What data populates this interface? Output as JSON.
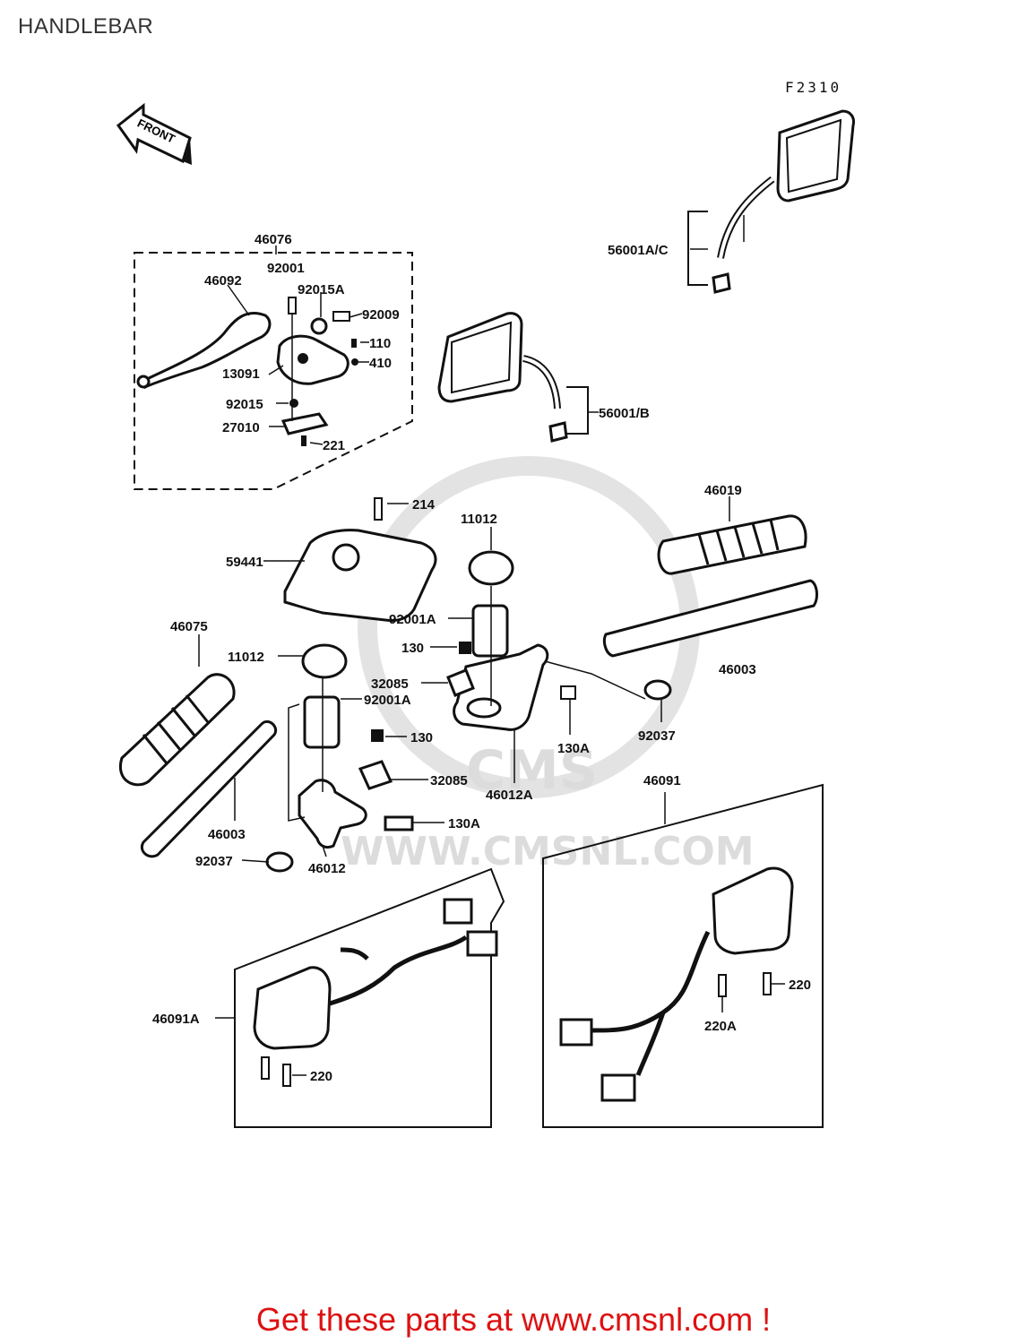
{
  "title": "HANDLEBAR",
  "figure_code": "F2310",
  "front_label": "FRONT",
  "watermark": "WWW.CMSNL.COM",
  "watermark_logo": "CMS",
  "footer": "Get these parts at www.cmsnl.com !",
  "labels": {
    "l46076": "46076",
    "l92001": "92001",
    "l46092": "46092",
    "l92015A": "92015A",
    "l92009": "92009",
    "l110": "110",
    "l410": "410",
    "l13091": "13091",
    "l92015": "92015",
    "l27010": "27010",
    "l221": "221",
    "l56001AC": "56001A/C",
    "l56001B": "56001/B",
    "l214": "214",
    "l11012a": "11012",
    "l59441": "59441",
    "l46019": "46019",
    "l92001Aa": "92001A",
    "l130a": "130",
    "l46075": "46075",
    "l11012b": "11012",
    "l32085a": "32085",
    "l92001Ab": "92001A",
    "l130b": "130",
    "l32085b": "32085",
    "l46003a": "46003",
    "l46003b": "46003",
    "l130Aa": "130A",
    "l92037a": "92037",
    "l46012A": "46012A",
    "l46091": "46091",
    "l130Ab": "130A",
    "l46012": "46012",
    "l92037b": "92037",
    "l46091A": "46091A",
    "l220a": "220",
    "l220b": "220",
    "l220A": "220A"
  }
}
